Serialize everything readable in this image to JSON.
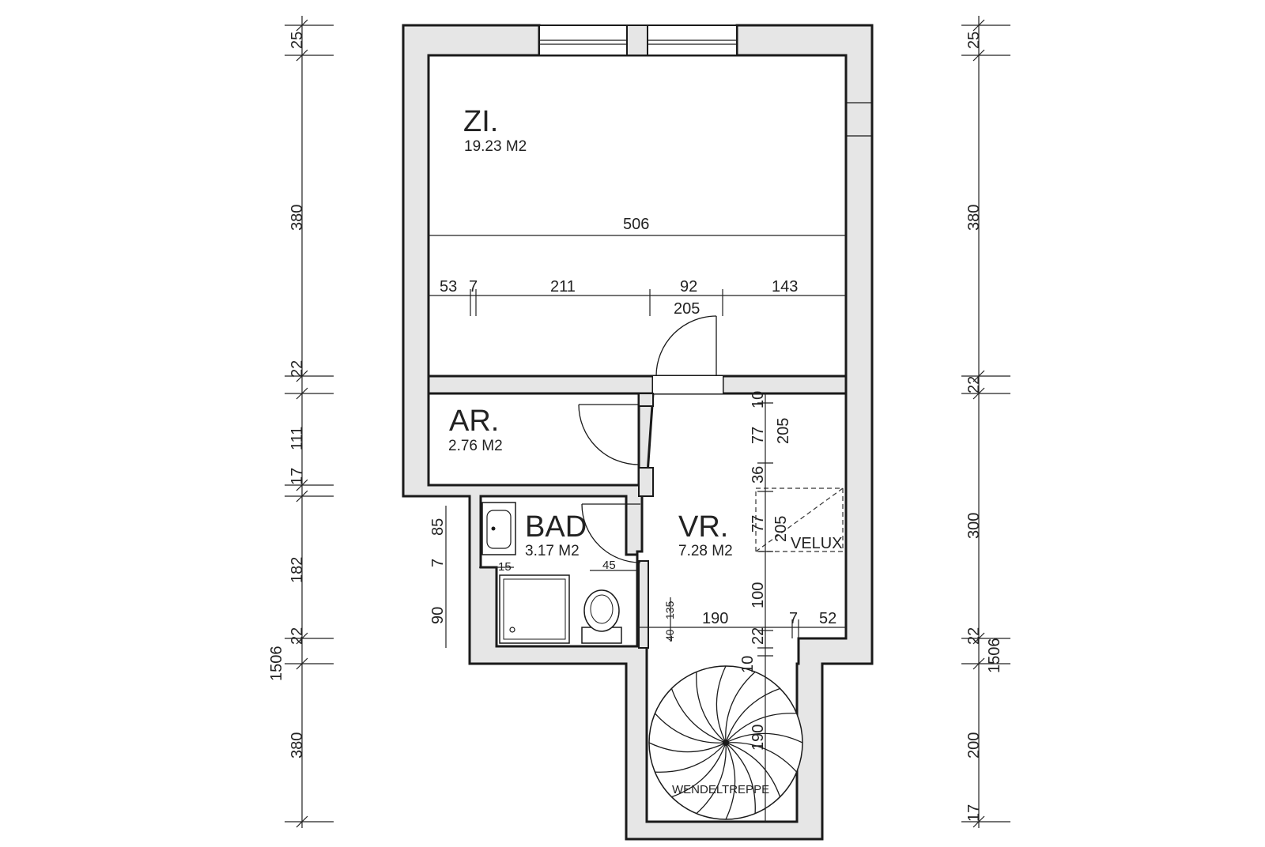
{
  "rooms": {
    "zi": {
      "name": "ZI.",
      "area": "19.23 M2"
    },
    "ar": {
      "name": "AR.",
      "area": "2.76 M2"
    },
    "bad": {
      "name": "BAD",
      "area": "3.17 M2"
    },
    "vr": {
      "name": "VR.",
      "area": "7.28 M2"
    }
  },
  "labels": {
    "velux": "VELUX",
    "stair": "WENDELTREPPE"
  },
  "dims": {
    "left": [
      "25",
      "380",
      "22",
      "111",
      "17",
      "85",
      "7",
      "182",
      "90",
      "22",
      "1506",
      "380"
    ],
    "right": [
      "25",
      "380",
      "22",
      "300",
      "22",
      "1506",
      "200",
      "17"
    ],
    "horizontal": [
      "506",
      "53",
      "7",
      "211",
      "92",
      "143",
      "205",
      "15",
      "45",
      "190",
      "7",
      "52"
    ],
    "vr_vertical": [
      "10",
      "77",
      "205",
      "36",
      "77",
      "205",
      "100",
      "22",
      "10",
      "190"
    ],
    "stair_small": [
      "135",
      "40"
    ]
  },
  "colors": {
    "wall_fill": "#e6e6e6",
    "line": "#1a1a1a",
    "background": "#ffffff"
  }
}
